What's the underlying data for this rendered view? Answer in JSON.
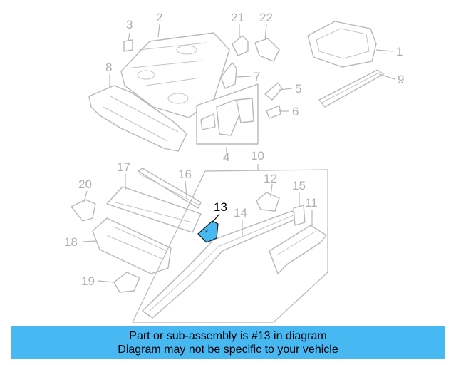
{
  "callouts": {
    "c1": "1",
    "c2": "2",
    "c3": "3",
    "c4": "4",
    "c5": "5",
    "c6": "6",
    "c7": "7",
    "c8": "8",
    "c9": "9",
    "c10": "10",
    "c11": "11",
    "c12": "12",
    "c13": "13",
    "c14": "14",
    "c15": "15",
    "c16": "16",
    "c17": "17",
    "c18": "18",
    "c19": "19",
    "c20": "20",
    "c21": "21",
    "c22": "22"
  },
  "highlighted_part": "13",
  "colors": {
    "highlight": "#47b8f2",
    "caption_bg": "#47b8f2",
    "line": "#b8b8b8"
  },
  "caption": {
    "line1": "Part or sub-assembly is #13 in diagram",
    "line2": "Diagram may not be specific to your vehicle"
  }
}
